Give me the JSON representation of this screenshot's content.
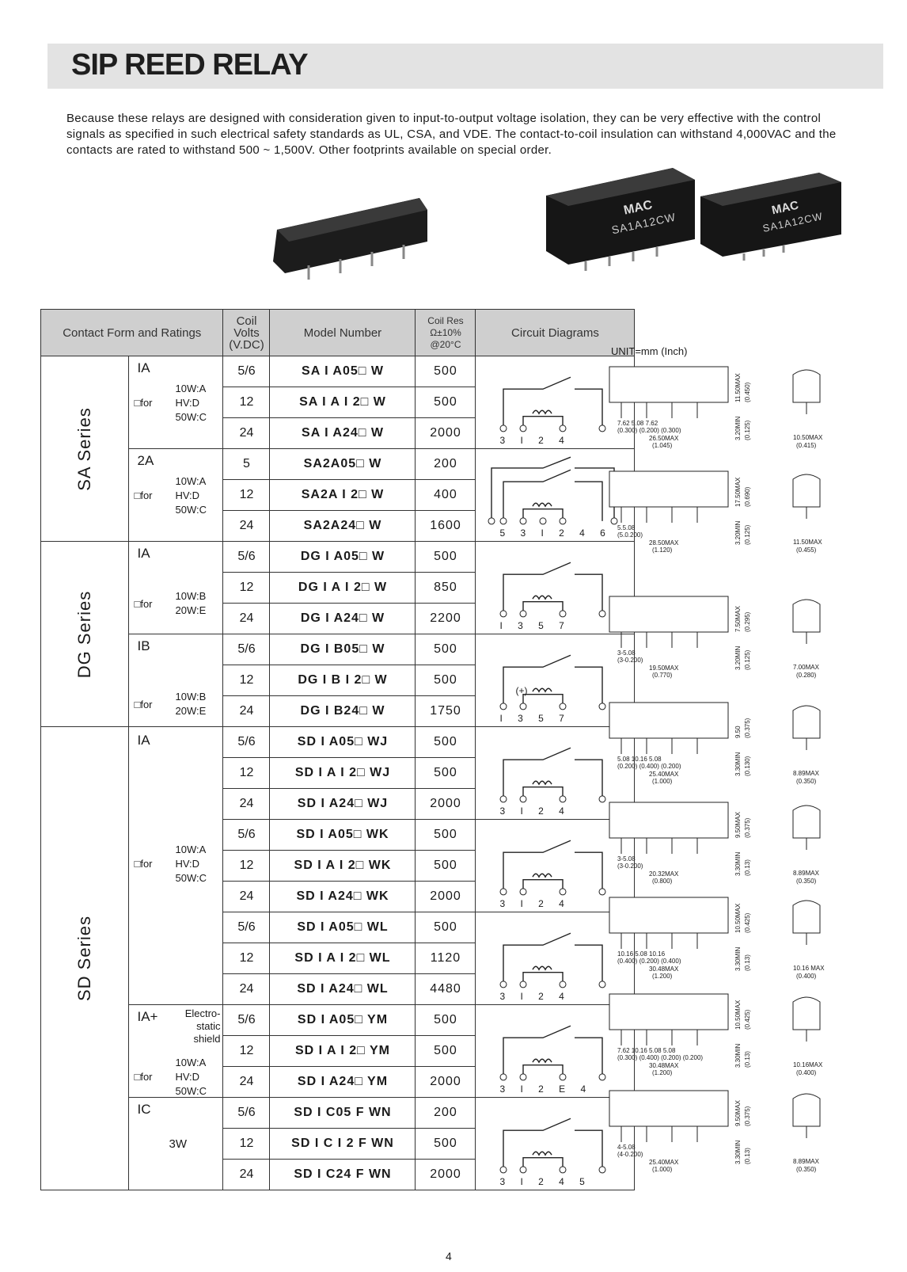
{
  "title": "SIP REED RELAY",
  "intro": "Because these relays are designed with consideration given to input-to-output voltage isolation, they can be very effective with the control signals as specified in such electrical safety standards as UL, CSA, and VDE. The contact-to-coil insulation can withstand 4,000VAC and the contacts are rated to withstand 500 ~ 1,500V. Other footprints available on special order.",
  "photo_label_1": "SA1A12CW",
  "photo_label_2": "SA1A12CW",
  "photo_logo": "MAC",
  "headers": {
    "form": "Contact Form and Ratings",
    "volt": "Coil Volts (V.DC)",
    "model": "Model Number",
    "res": "Coil Res Ω±10% @20°C",
    "diag": "Circuit Diagrams"
  },
  "series": {
    "sa": "SA Series",
    "dg": "DG Series",
    "sd": "SD Series"
  },
  "forms": {
    "sa1": "IA",
    "sa2": "2A",
    "dg1": "IA",
    "dg2": "IB",
    "sd1": "IA",
    "sd2": "IA+",
    "sd2note": "Electro- static shield",
    "sd3": "IC",
    "sd3note": "3W",
    "for": "□for",
    "r1": "10W:A",
    "r2": "HV:D",
    "r3": "50W:C",
    "rb1": "10W:B",
    "rb2": "20W:E"
  },
  "rows": [
    {
      "v": "5/6",
      "m": "SA I A05□ W",
      "r": "500"
    },
    {
      "v": "12",
      "m": "SA I A I 2□ W",
      "r": "500"
    },
    {
      "v": "24",
      "m": "SA I A24□ W",
      "r": "2000"
    },
    {
      "v": "5",
      "m": "SA2A05□ W",
      "r": "200"
    },
    {
      "v": "12",
      "m": "SA2A I 2□ W",
      "r": "400"
    },
    {
      "v": "24",
      "m": "SA2A24□ W",
      "r": "1600"
    },
    {
      "v": "5/6",
      "m": "DG I A05□ W",
      "r": "500"
    },
    {
      "v": "12",
      "m": "DG I A I 2□ W",
      "r": "850"
    },
    {
      "v": "24",
      "m": "DG I A24□ W",
      "r": "2200"
    },
    {
      "v": "5/6",
      "m": "DG I B05□ W",
      "r": "500"
    },
    {
      "v": "12",
      "m": "DG I B I 2□ W",
      "r": "500"
    },
    {
      "v": "24",
      "m": "DG I B24□ W",
      "r": "1750"
    },
    {
      "v": "5/6",
      "m": "SD I A05□ WJ",
      "r": "500"
    },
    {
      "v": "12",
      "m": "SD I A I 2□ WJ",
      "r": "500"
    },
    {
      "v": "24",
      "m": "SD I A24□ WJ",
      "r": "2000"
    },
    {
      "v": "5/6",
      "m": "SD I A05□ WK",
      "r": "500"
    },
    {
      "v": "12",
      "m": "SD I A I 2□ WK",
      "r": "500"
    },
    {
      "v": "24",
      "m": "SD I A24□ WK",
      "r": "2000"
    },
    {
      "v": "5/6",
      "m": "SD I A05□ WL",
      "r": "500"
    },
    {
      "v": "12",
      "m": "SD I A I 2□ WL",
      "r": "1120"
    },
    {
      "v": "24",
      "m": "SD I A24□ WL",
      "r": "4480"
    },
    {
      "v": "5/6",
      "m": "SD I A05□ YM",
      "r": "500"
    },
    {
      "v": "12",
      "m": "SD I A I 2□ YM",
      "r": "500"
    },
    {
      "v": "24",
      "m": "SD I A24□ YM",
      "r": "2000"
    },
    {
      "v": "5/6",
      "m": "SD I C05 F WN",
      "r": "200"
    },
    {
      "v": "12",
      "m": "SD I C I 2 F WN",
      "r": "500"
    },
    {
      "v": "24",
      "m": "SD I C24 F WN",
      "r": "2000"
    }
  ],
  "pins": {
    "d1": "3 I 2 4",
    "d2": "5 3 I 2 4 6",
    "d3": "I 3 5 7",
    "d4": "I 3 5 7",
    "d4b": "(+)",
    "d5": "3 I 2 4",
    "d6": "3 I 2 4",
    "d7": "3 I 2 4",
    "d8": "3 I 2 E 4",
    "d9": "3 I 2 4 5"
  },
  "unit": "UNIT=mm (Inch)",
  "dims": [
    {
      "w": "26.50MAX",
      "wi": "(1.045)",
      "h": "11.50MAX",
      "hi": "(0.450)",
      "p": "3.20MIN",
      "pi": "(0.125)",
      "s": "7.62 5.08 7.62",
      "si": "(0.300) (0.200) (0.300)",
      "e": "10.50MAX",
      "ei": "(0.415)"
    },
    {
      "w": "28.50MAX",
      "wi": "(1.120)",
      "h": "17.50MAX",
      "hi": "(0.690)",
      "p": "3.20MIN",
      "pi": "(0.125)",
      "s": "5.5.08",
      "si": "(5.0.200)",
      "e": "11.50MAX",
      "ei": "(0.455)"
    },
    {
      "w": "19.50MAX",
      "wi": "(0.770)",
      "h": "7.50MAX",
      "hi": "(0.295)",
      "p": "3.20MIN",
      "pi": "(0.125)",
      "s": "3-5.08",
      "si": "(3-0.200)",
      "e": "7.00MAX",
      "ei": "(0.280)"
    },
    {
      "w": "25.40MAX",
      "wi": "(1.000)",
      "h": "9.50",
      "hi": "(0.375)",
      "p": "3.30MIN",
      "pi": "(0.130)",
      "s": "5.08 10.16 5.08",
      "si": "(0.200) (0.400) (0.200)",
      "e": "8.89MAX",
      "ei": "(0.350)"
    },
    {
      "w": "20.32MAX",
      "wi": "(0.800)",
      "h": "9.50MAX",
      "hi": "(0.375)",
      "p": "3.30MIN",
      "pi": "(0.13)",
      "s": "3-5.08",
      "si": "(3-0.200)",
      "e": "8.89MAX",
      "ei": "(0.350)"
    },
    {
      "w": "30.48MAX",
      "wi": "(1.200)",
      "h": "10.50MAX",
      "hi": "(0.425)",
      "p": "3.30MIN",
      "pi": "(0.13)",
      "s": "10.16 5.08 10.16",
      "si": "(0.400) (0.200) (0.400)",
      "e": "10.16 MAX",
      "ei": "(0.400)"
    },
    {
      "w": "30.48MAX",
      "wi": "(1.200)",
      "h": "10.50MAX",
      "hi": "(0.425)",
      "p": "3.30MIN",
      "pi": "(0.13)",
      "s": "7.62 10.16 5.08 5.08",
      "si": "(0.300) (0.400) (0.200) (0.200)",
      "e": "10.16MAX",
      "ei": "(0.400)"
    },
    {
      "w": "25.40MAX",
      "wi": "(1.000)",
      "h": "9.50MAX",
      "hi": "(0.375)",
      "p": "3.30MIN",
      "pi": "(0.13)",
      "s": "4-5.08",
      "si": "(4-0.200)",
      "e": "8.89MAX",
      "ei": "(0.350)"
    }
  ],
  "page_number": "4"
}
